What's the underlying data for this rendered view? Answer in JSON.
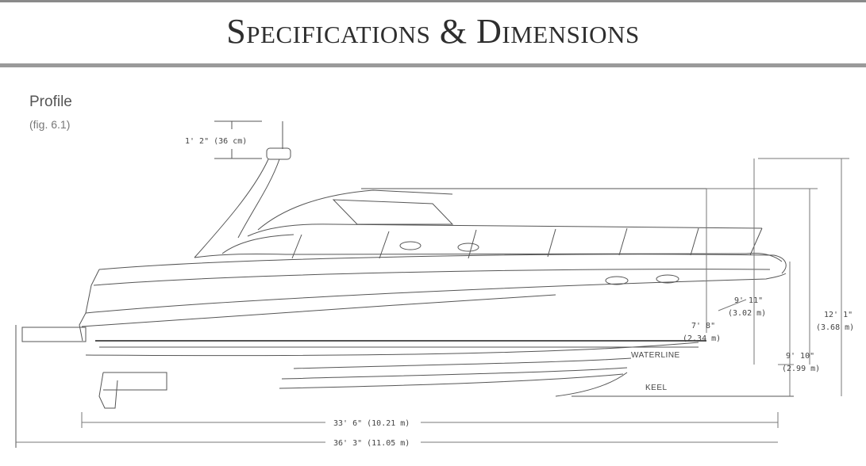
{
  "header": {
    "title": "Specifications & Dimensions"
  },
  "section": {
    "title": "Profile",
    "figure_ref": "(fig. 6.1)"
  },
  "dimensions": {
    "antenna_height": "1' 2\" (36 cm)",
    "height_above_waterline_ft": "9' 11\"",
    "height_above_waterline_m": "(3.02 m)",
    "overall_height_ft": "12' 1\"",
    "overall_height_m": "(3.68 m)",
    "draft_height_ft": "7' 8\"",
    "draft_height_m": "(2.34 m)",
    "hull_height_ft": "9' 10\"",
    "hull_height_m": "(2.99 m)",
    "length_hull": "33' 6\" (10.21 m)",
    "length_overall": "36' 3\" (11.05 m)"
  },
  "labels": {
    "waterline": "WATERLINE",
    "keel": "KEEL"
  }
}
